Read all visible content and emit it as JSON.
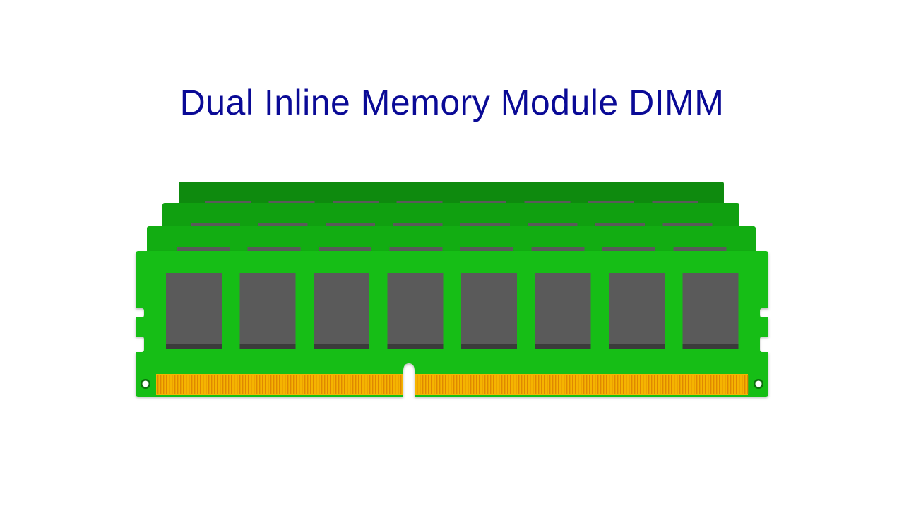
{
  "title": "Dual Inline Memory Module DIMM",
  "illustration": {
    "subject": "dimm-memory-modules",
    "module_count": 4,
    "chips_per_module": 8,
    "colors": {
      "board_front": "#14be14",
      "board_back_1": "#12ad12",
      "board_back_2": "#10a010",
      "board_back_3": "#0e8a0e",
      "chip": "#5a5a5a",
      "chip_shadow": "#3a3a3a",
      "gold_contacts": "#f5b400",
      "gold_lines": "#d77a00",
      "mount_hole": "#0c6e0c"
    }
  }
}
